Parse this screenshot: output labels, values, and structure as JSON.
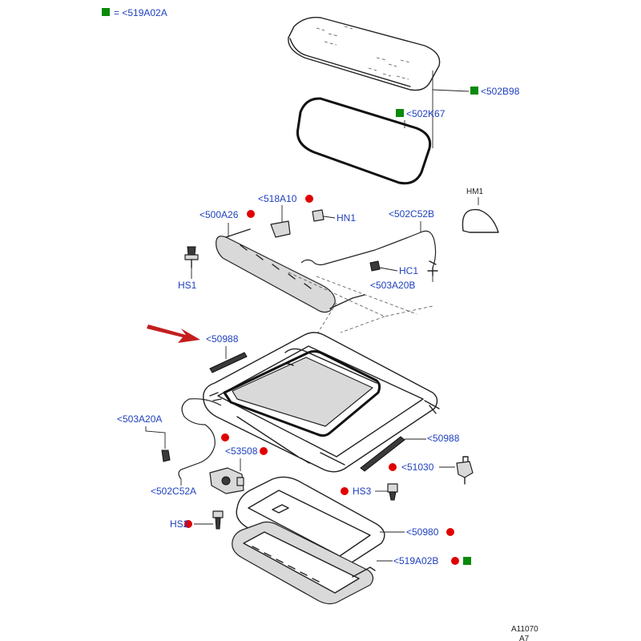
{
  "legend": {
    "equals_text": "= <519A02A"
  },
  "colors": {
    "label": "#1f3fbf",
    "dot_red": "#e00000",
    "square_green": "#0a8a0a",
    "arrow": "#c41e1e"
  },
  "labels": {
    "l502B98": "<502B98",
    "l502K67": "<502K67",
    "l518A10": "<518A10",
    "lHM1": "HM1",
    "l500A26": "<500A26",
    "lHN1": "HN1",
    "l502C52B": "<502C52B",
    "lHS1": "HS1",
    "lHC1": "HC1",
    "l503A20B": "<503A20B",
    "l50988a": "<50988",
    "l503A20A": "<503A20A",
    "l53508": "<53508",
    "l50988b": "<50988",
    "l51030": "<51030",
    "l502C52A": "<502C52A",
    "lHS3": "HS3",
    "lHS2": "HS2",
    "l50980": "<50980",
    "l519A02B": "<519A02B"
  },
  "reference": {
    "line1": "A11070",
    "line2": "A7"
  }
}
